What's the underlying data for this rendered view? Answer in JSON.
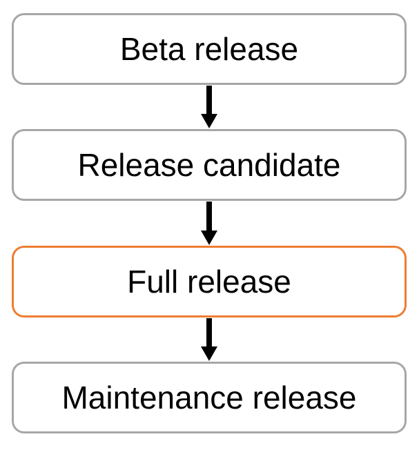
{
  "diagram": {
    "type": "flowchart",
    "direction": "top-to-bottom",
    "nodes": [
      {
        "id": "beta-release",
        "label": "Beta release",
        "border_color": "#A6A6A6",
        "highlighted": false
      },
      {
        "id": "release-candidate",
        "label": "Release candidate",
        "border_color": "#A6A6A6",
        "highlighted": false
      },
      {
        "id": "full-release",
        "label": "Full release",
        "border_color": "#ED7D31",
        "highlighted": true
      },
      {
        "id": "maintenance-release",
        "label": "Maintenance release",
        "border_color": "#A6A6A6",
        "highlighted": false
      }
    ],
    "edges": [
      {
        "from": "beta-release",
        "to": "release-candidate"
      },
      {
        "from": "release-candidate",
        "to": "full-release"
      },
      {
        "from": "full-release",
        "to": "maintenance-release"
      }
    ],
    "colors": {
      "background": "#FFFFFF",
      "node_fill": "#FFFFFF",
      "default_border": "#A6A6A6",
      "highlight_border": "#ED7D31",
      "arrow": "#000000",
      "text": "#000000"
    }
  }
}
